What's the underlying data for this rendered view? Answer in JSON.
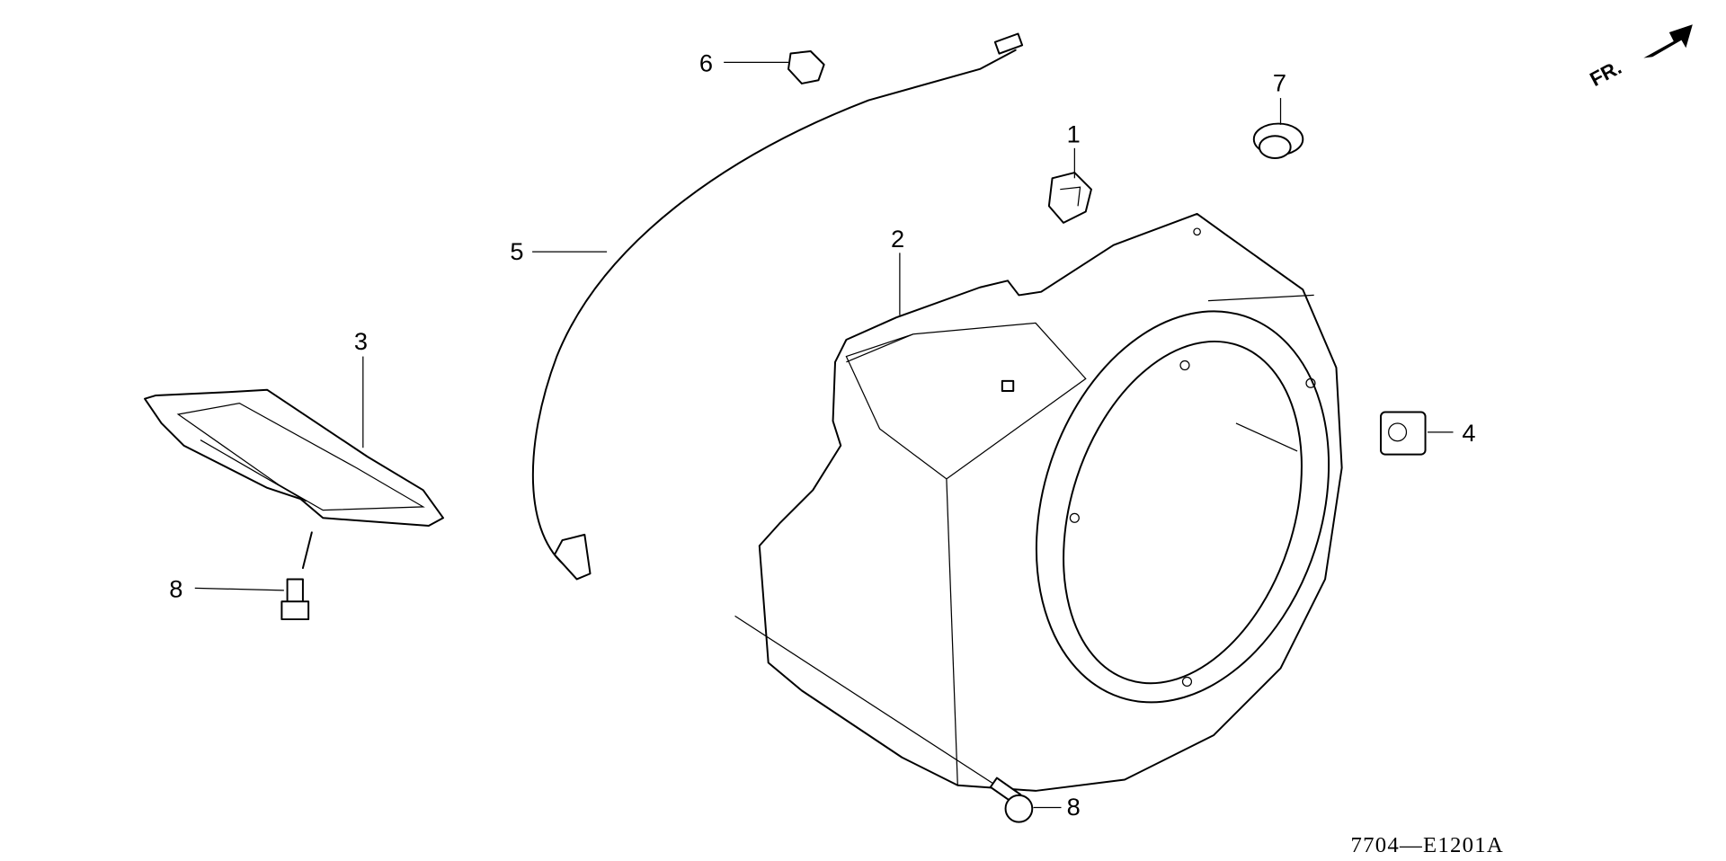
{
  "diagram": {
    "direction_label": "FR.",
    "diagram_code": "7704—E1201A",
    "callouts": [
      {
        "id": "1",
        "label": "1"
      },
      {
        "id": "2",
        "label": "2"
      },
      {
        "id": "3",
        "label": "3"
      },
      {
        "id": "4",
        "label": "4"
      },
      {
        "id": "5",
        "label": "5"
      },
      {
        "id": "6",
        "label": "6"
      },
      {
        "id": "7",
        "label": "7"
      },
      {
        "id": "8a",
        "label": "8"
      },
      {
        "id": "8b",
        "label": "8"
      }
    ]
  }
}
